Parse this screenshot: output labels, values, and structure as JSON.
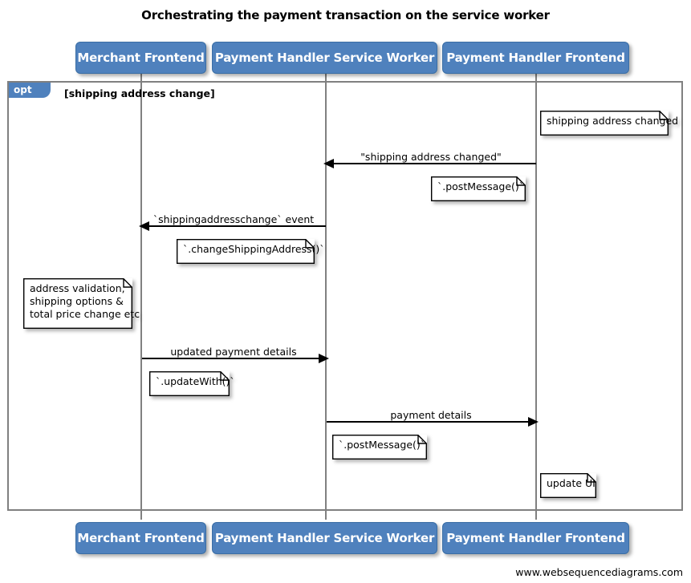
{
  "diagram": {
    "title": "Orchestrating the payment transaction on the service worker",
    "credit": "www.websequencediagrams.com",
    "colors": {
      "participant_fill": "#4f81bd",
      "participant_border": "#3a6ea5",
      "participant_text": "#ffffff",
      "frame_border": "#808080",
      "lifeline": "#808080",
      "arrow": "#000000",
      "note_fill": "#ffffff",
      "background": "#ffffff"
    }
  },
  "participants": [
    {
      "id": "merchant-frontend",
      "label": "Merchant Frontend"
    },
    {
      "id": "payment-handler-service-worker",
      "label": "Payment Handler Service Worker"
    },
    {
      "id": "payment-handler-frontend",
      "label": "Payment Handler Frontend"
    }
  ],
  "fragment": {
    "type": "opt",
    "badge": "opt",
    "guard": "[shipping address change]"
  },
  "messages": [
    {
      "id": "msg-shipping-address-changed",
      "label": "\"shipping address changed\"",
      "from": "payment-handler-frontend",
      "to": "payment-handler-service-worker",
      "direction": "left"
    },
    {
      "id": "msg-shippingaddresschange-event",
      "label": "`shippingaddresschange` event",
      "from": "payment-handler-service-worker",
      "to": "merchant-frontend",
      "direction": "left"
    },
    {
      "id": "msg-updated-payment-details",
      "label": "updated payment details",
      "from": "merchant-frontend",
      "to": "payment-handler-service-worker",
      "direction": "right"
    },
    {
      "id": "msg-payment-details",
      "label": "payment details",
      "from": "payment-handler-service-worker",
      "to": "payment-handler-frontend",
      "direction": "right"
    }
  ],
  "notes": [
    {
      "id": "note-shipping-address-changed",
      "lines": "shipping address changed"
    },
    {
      "id": "note-postmessage-1",
      "lines": "`.postMessage()`"
    },
    {
      "id": "note-changeshippingaddress",
      "lines": "`.changeShippingAddress()`"
    },
    {
      "id": "note-address-validation",
      "lines": "address validation,\nshipping options &\ntotal price change etc"
    },
    {
      "id": "note-updatewith",
      "lines": "`.updateWith()`"
    },
    {
      "id": "note-postmessage-2",
      "lines": "`.postMessage()`"
    },
    {
      "id": "note-update-ui",
      "lines": "update UI"
    }
  ]
}
